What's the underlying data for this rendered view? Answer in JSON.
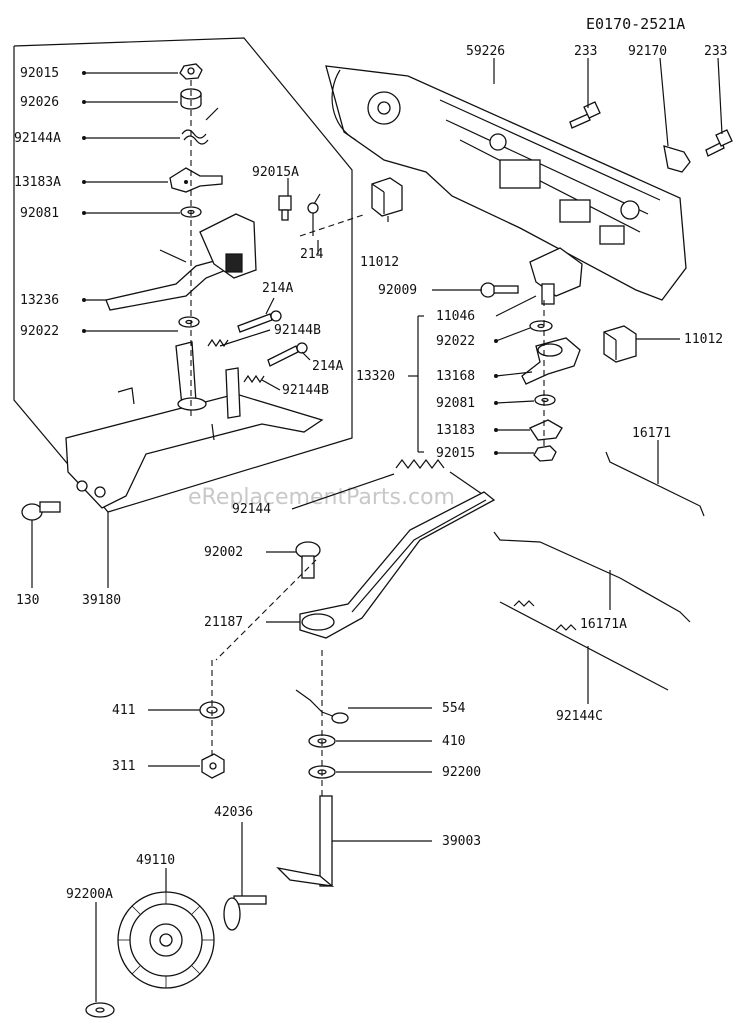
{
  "diagram_code": "E0170-2521A",
  "watermark": "eReplacementParts.com",
  "labels": {
    "l92015": "92015",
    "l92026": "92026",
    "l92144A": "92144A",
    "l13183A": "13183A",
    "l92015A": "92015A",
    "l92081a": "92081",
    "l214a": "214",
    "l11012a": "11012",
    "l214A1": "214A",
    "l13236": "13236",
    "l92144B1": "92144B",
    "l92022a": "92022",
    "l214A2": "214A",
    "l92144B2": "92144B",
    "l59226": "59226",
    "l233a": "233",
    "l92170": "92170",
    "l233b": "233",
    "l92009": "92009",
    "l11046": "11046",
    "l92022b": "92022",
    "l13320": "13320",
    "l13168": "13168",
    "l92081b": "92081",
    "l13183": "13183",
    "l92015b": "92015",
    "l11012b": "11012",
    "l16171": "16171",
    "l92144": "92144",
    "l130": "130",
    "l39180": "39180",
    "l92002": "92002",
    "l21187": "21187",
    "l16171A": "16171A",
    "l411": "411",
    "l554": "554",
    "l410": "410",
    "l311": "311",
    "l92200": "92200",
    "l92144C": "92144C",
    "l42036": "42036",
    "l49110": "49110",
    "l39003": "39003",
    "l92200A": "92200A"
  }
}
